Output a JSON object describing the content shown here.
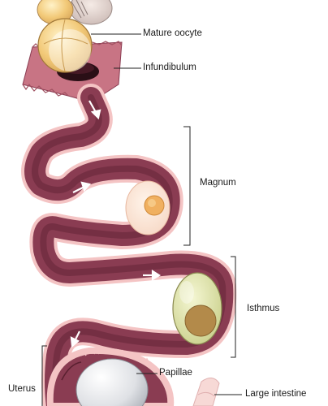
{
  "labels": {
    "mature_oocyte": "Mature oocyte",
    "infundibulum": "Infundibulum",
    "magnum": "Magnum",
    "isthmus": "Isthmus",
    "papillae": "Papillae",
    "uterus": "Uterus",
    "large_intestine": "Large intestine"
  },
  "colors": {
    "tract_wall": "#f4c4c4",
    "tract_lumen": "#8a3c52",
    "tract_lumen_dark": "#5a2030",
    "infundibulum": "#c46e80",
    "yolk": "#f0c870",
    "albumen_egg": "#fde8d8",
    "shell_membrane_egg": "#e6ecb0",
    "shelled_egg": "#e4e6ea"
  }
}
